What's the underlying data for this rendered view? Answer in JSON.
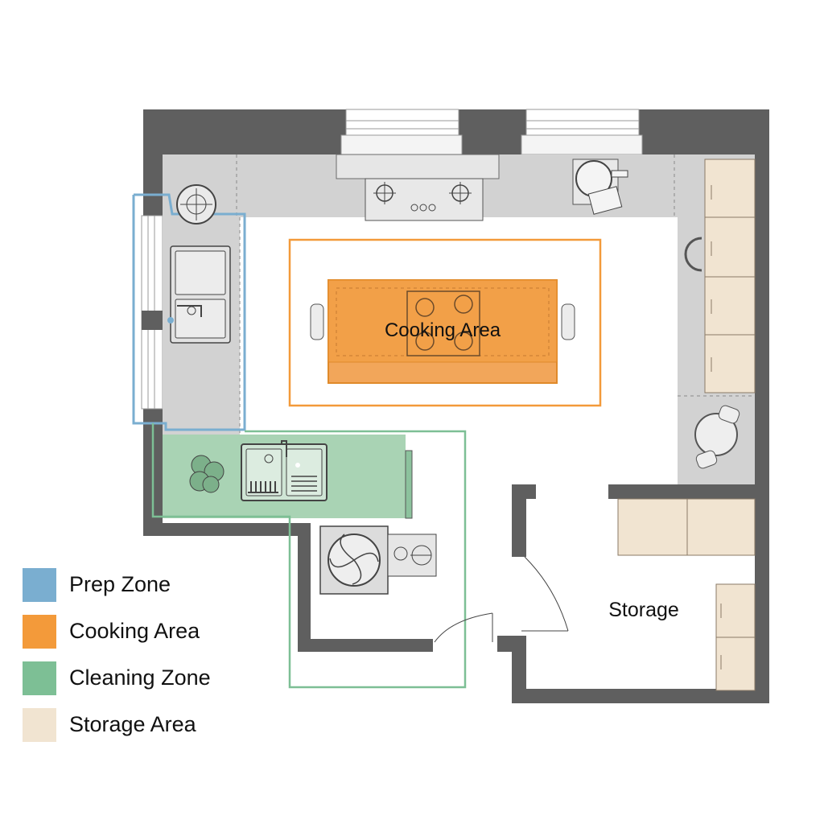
{
  "diagram": {
    "island_label": "Cooking Area",
    "storage_label": "Storage"
  },
  "colors": {
    "prep": "#7aaed0",
    "cooking": "#f39a3a",
    "cleaning": "#7dbf95",
    "storage": "#f1e4d1",
    "wall": "#5f5f5f",
    "counter": "#d2d2d2"
  },
  "legend": [
    {
      "label": "Prep Zone",
      "color": "#7aaed0"
    },
    {
      "label": "Cooking Area",
      "color": "#f39a3a"
    },
    {
      "label": "Cleaning Zone",
      "color": "#7dbf95"
    },
    {
      "label": "Storage Area",
      "color": "#f1e4d1"
    }
  ]
}
